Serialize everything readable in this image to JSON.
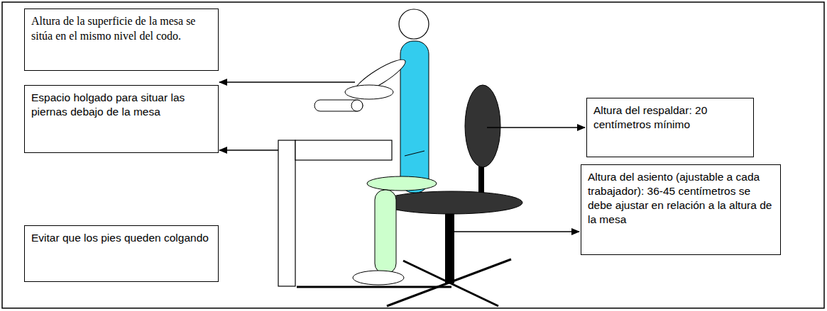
{
  "diagram": {
    "nodes": [
      {
        "text": [
          "Altura de la superficie de la mesa se sitúa en el mismo nivel del codo."
        ]
      },
      {
        "text": [
          "Espacio holgado para situar las piernas debajo de la mesa"
        ]
      },
      {
        "text": [
          "Evitar que los pies queden colgando"
        ]
      },
      {
        "text": [
          "Altura del respaldar: 20 centímetros mínimo"
        ]
      },
      {
        "text": [
          "Altura del asiento (ajustable a cada trabajador): 36-45 centímetros se debe ajustar en relación a la altura de la mesa"
        ]
      }
    ]
  }
}
